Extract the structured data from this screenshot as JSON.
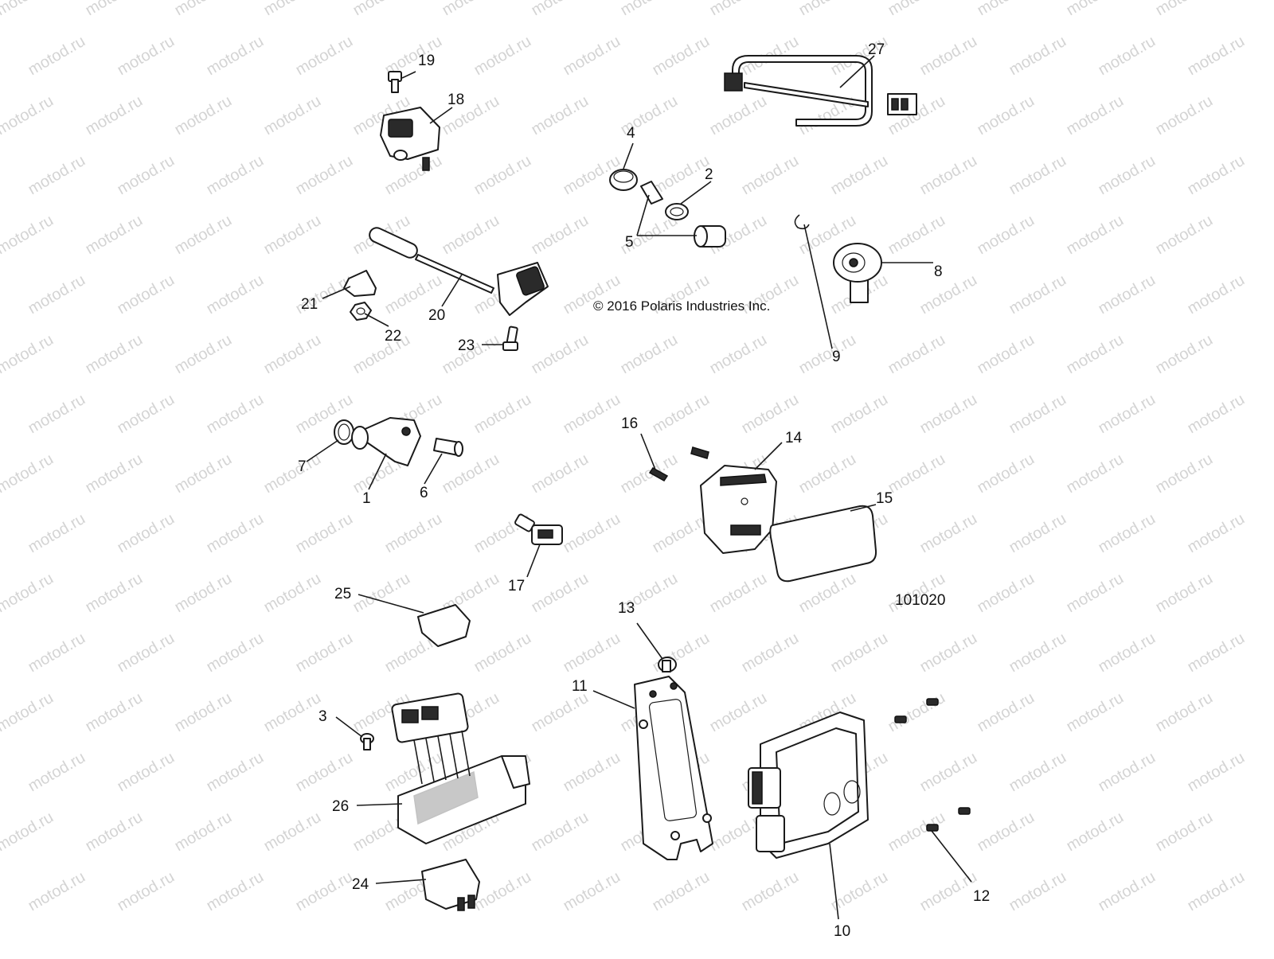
{
  "watermark": "motod.ru",
  "copyright": "© 2016 Polaris Industries Inc.",
  "diagram_id": "101020",
  "callouts": [
    "1",
    "2",
    "3",
    "4",
    "5",
    "6",
    "7",
    "8",
    "9",
    "10",
    "11",
    "12",
    "13",
    "14",
    "15",
    "16",
    "17",
    "18",
    "19",
    "20",
    "21",
    "22",
    "23",
    "24",
    "25",
    "26",
    "27"
  ]
}
